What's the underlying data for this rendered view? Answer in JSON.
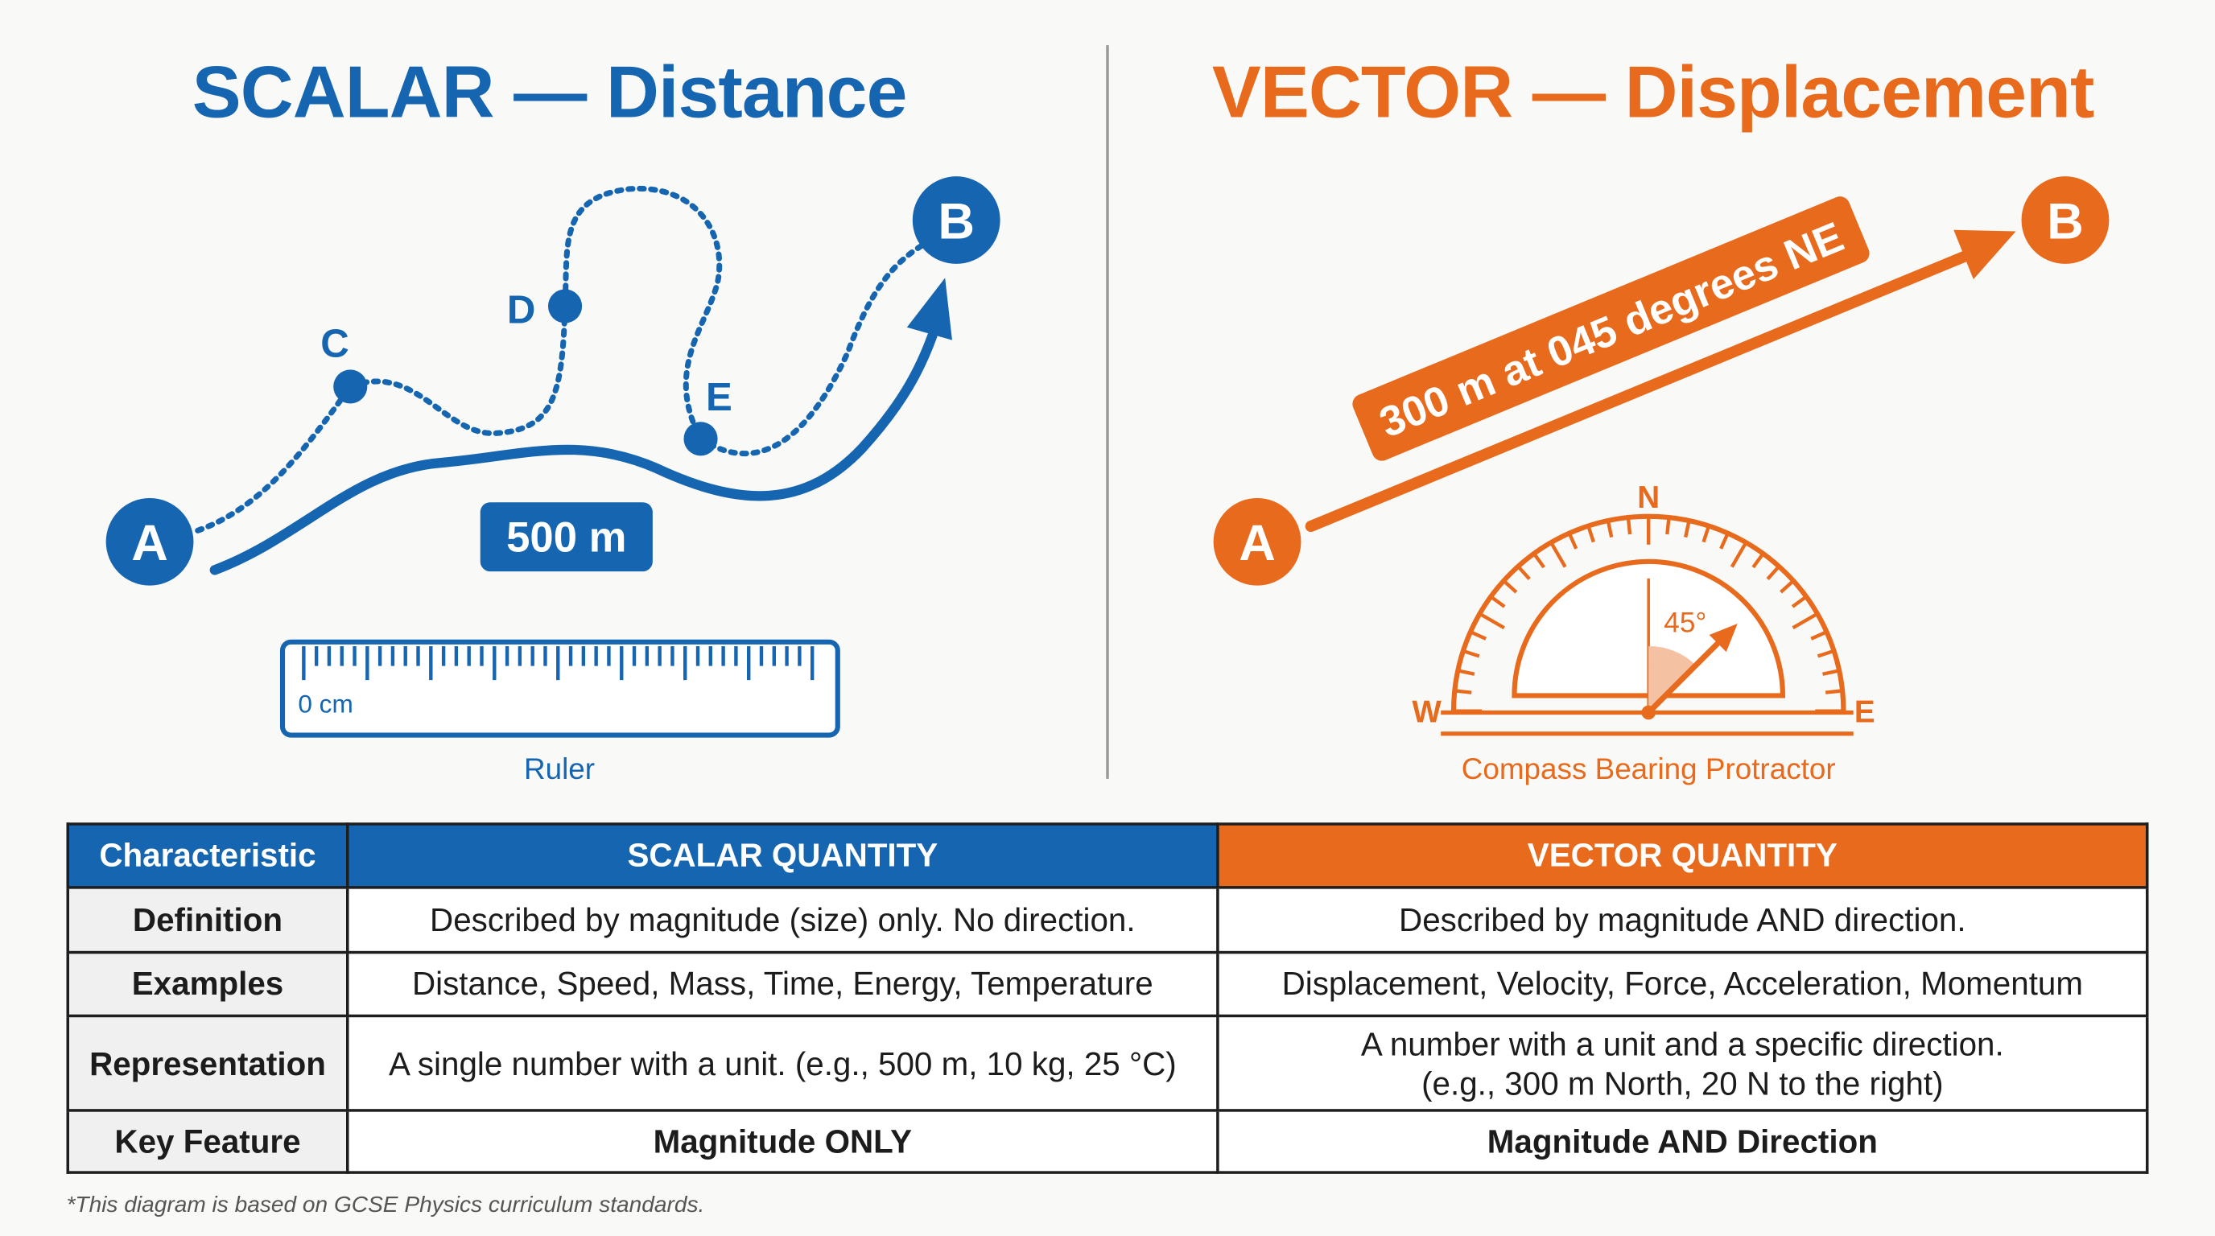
{
  "scalar": {
    "title": "SCALAR — Distance",
    "points": [
      "A",
      "B",
      "C",
      "D",
      "E"
    ],
    "distance_label": "500 m",
    "ruler_zero": "0 cm",
    "ruler_caption": "Ruler",
    "color": "#1565b0"
  },
  "vector": {
    "title": "VECTOR — Displacement",
    "points": [
      "A",
      "B"
    ],
    "displacement_label": "300 m at 045 degrees NE",
    "compass": {
      "n": "N",
      "w": "W",
      "e": "E",
      "angle": "45°"
    },
    "compass_caption": "Compass Bearing Protractor",
    "color": "#e86a1c"
  },
  "table": {
    "headers": [
      "Characteristic",
      "SCALAR QUANTITY",
      "VECTOR QUANTITY"
    ],
    "rows": [
      {
        "label": "Definition",
        "scalar": "Described by magnitude (size) only. No direction.",
        "vector": "Described by magnitude AND direction."
      },
      {
        "label": "Examples",
        "scalar": "Distance, Speed, Mass, Time, Energy, Temperature",
        "vector": "Displacement, Velocity, Force, Acceleration, Momentum"
      },
      {
        "label": "Representation",
        "scalar": "A single number with a unit. (e.g., 500 m, 10 kg, 25 °C)",
        "vector": "A number with a unit and a specific direction.",
        "vector_line2": "(e.g., 300 m North, 20 N to the right)"
      },
      {
        "label": "Key Feature",
        "scalar": "Magnitude ONLY",
        "vector": "Magnitude AND Direction"
      }
    ]
  },
  "footnote": "*This diagram is based on GCSE Physics curriculum standards."
}
